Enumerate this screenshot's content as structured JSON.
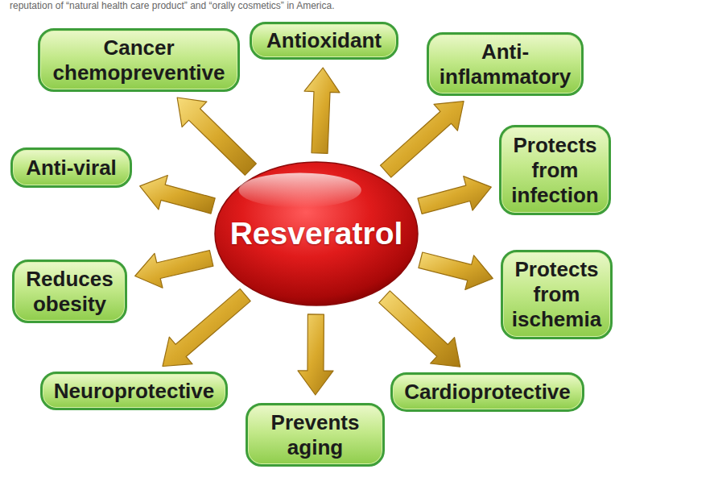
{
  "diagram": {
    "nodes": [
      {
        "text": [
          "Cancer chemopreventive"
        ]
      },
      {
        "text": [
          "Antioxidant"
        ]
      },
      {
        "text": [
          "Anti-inflammatory"
        ]
      },
      {
        "text": [
          "Anti-viral"
        ]
      },
      {
        "text": [
          "Protects from infection"
        ]
      },
      {
        "text": [
          "Resveratrol"
        ]
      },
      {
        "text": [
          "Reduces obesity"
        ]
      },
      {
        "text": [
          "Protects from ischemia"
        ]
      },
      {
        "text": [
          "Neuroprotective"
        ]
      },
      {
        "text": [
          "Cardioprotective"
        ]
      },
      {
        "text": [
          "Prevents aging"
        ]
      }
    ],
    "edges": [
      {
        "from": 5,
        "to": 1,
        "arrow": "to"
      },
      {
        "from": 5,
        "to": 2,
        "arrow": "to"
      },
      {
        "from": 5,
        "to": 4,
        "arrow": "to"
      },
      {
        "from": 5,
        "to": 7,
        "arrow": "to"
      },
      {
        "from": 5,
        "to": 9,
        "arrow": "to"
      },
      {
        "from": 5,
        "to": 10,
        "arrow": "to"
      },
      {
        "from": 5,
        "to": 8,
        "arrow": "to"
      },
      {
        "from": 5,
        "to": 6,
        "arrow": "to"
      },
      {
        "from": 5,
        "to": 3,
        "arrow": "to"
      },
      {
        "from": 5,
        "to": 0,
        "arrow": "to"
      }
    ],
    "labels": [
      "reputation of “natural health care product” and “orally cosmetics” in America."
    ]
  }
}
